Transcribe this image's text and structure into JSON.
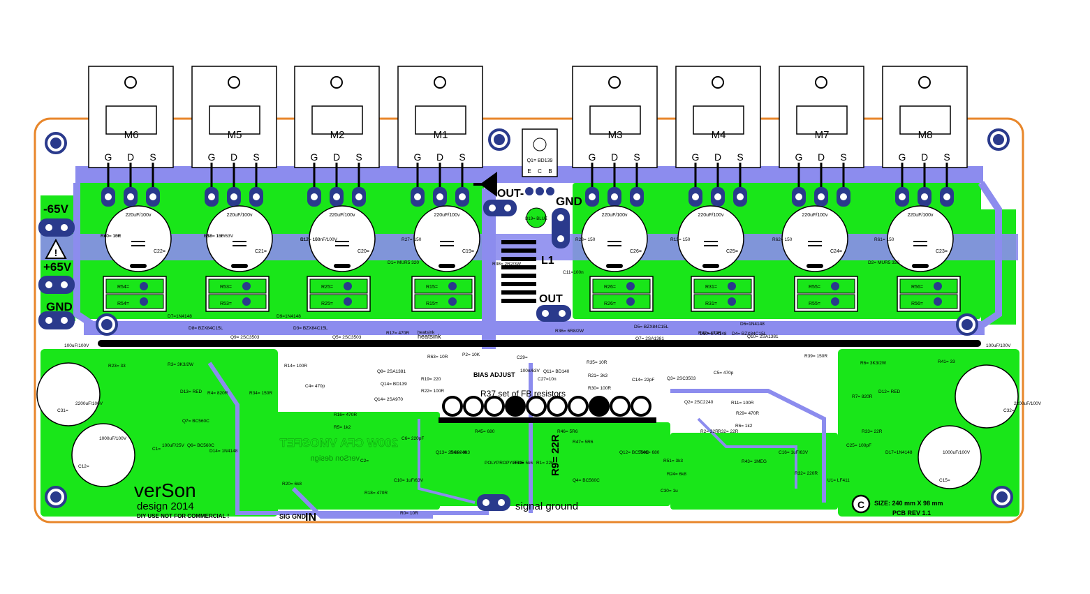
{
  "colors": {
    "board_outline": "#e8862a",
    "copper_top": "#19e619",
    "copper_bottom": "#8c8cee",
    "silkscreen": "#000000",
    "pad": "#2a3a8c",
    "hole": "#ffffff"
  },
  "mosfets": [
    {
      "ref": "M6",
      "pins": [
        "G",
        "D",
        "S"
      ]
    },
    {
      "ref": "M5",
      "pins": [
        "G",
        "D",
        "S"
      ]
    },
    {
      "ref": "M2",
      "pins": [
        "G",
        "D",
        "S"
      ]
    },
    {
      "ref": "M1",
      "pins": [
        "G",
        "D",
        "S"
      ]
    },
    {
      "ref": "M3",
      "pins": [
        "G",
        "D",
        "S"
      ]
    },
    {
      "ref": "M4",
      "pins": [
        "G",
        "D",
        "S"
      ]
    },
    {
      "ref": "M7",
      "pins": [
        "G",
        "D",
        "S"
      ]
    },
    {
      "ref": "M8",
      "pins": [
        "G",
        "D",
        "S"
      ]
    }
  ],
  "bias_transistor": {
    "ref": "Q1= BD139",
    "pins": [
      "E",
      "C",
      "B"
    ]
  },
  "power_labels": {
    "neg": "-65V",
    "pos": "+65V",
    "gnd": "GND"
  },
  "output_labels": {
    "out_top": "OUT-",
    "gnd": "GND",
    "l1": "L1",
    "out": "OUT"
  },
  "main_caps": [
    {
      "ref": "C22=",
      "value": "220uF/100v"
    },
    {
      "ref": "C21=",
      "value": "220uF/100v"
    },
    {
      "ref": "C20=",
      "value": "220uF/100v"
    },
    {
      "ref": "C19=",
      "value": "220uF/100v"
    },
    {
      "ref": "C26=",
      "value": "220uF/100v"
    },
    {
      "ref": "C25=",
      "value": "220uF/100v"
    },
    {
      "ref": "C24=",
      "value": "220uF/100v"
    },
    {
      "ref": "C23=",
      "value": "220uF/100v"
    }
  ],
  "source_resistors": [
    {
      "top": "R54=",
      "bottom": "R54="
    },
    {
      "top": "R53=",
      "bottom": "R53="
    },
    {
      "top": "R25=",
      "bottom": "R25="
    },
    {
      "top": "R15=",
      "bottom": "R15="
    },
    {
      "top": "R26=",
      "bottom": "R26="
    },
    {
      "top": "R31=",
      "bottom": "R31="
    },
    {
      "top": "R55=",
      "bottom": "R55="
    },
    {
      "top": "R56=",
      "bottom": "R56="
    }
  ],
  "small_labels": [
    "R60= 150",
    "R58= 150",
    "R12= 150",
    "R27= 150",
    "R28= 150",
    "R13= 150",
    "R62= 150",
    "R61= 150",
    "D1= MUR5 320",
    "D2= MUR5 320",
    "R38= 2R2/3W",
    "C11=100n",
    "D7=1N4148",
    "D8= BZX84C15L",
    "D9=1N4148",
    "D3= BZX84C15L",
    "D5= BZX84C15L",
    "D6=1N4148",
    "D4= BZX84C15L",
    "D10=1N4148",
    "Q9= 2SC3503",
    "Q5= 2SC3503",
    "Q7= 2SA1381",
    "Q10= 2SA1381",
    "R17= 470R",
    "R42= 470R",
    "R36= 6R8/2W",
    "heatsink",
    "100uF/100V",
    "100uF/100V",
    "R23= 33",
    "R3= 3K3/2W",
    "R14= 100R",
    "R63= 10R",
    "P2= 10K",
    "C29=",
    "100n/63V",
    "Q11= BD140",
    "Q14= BD139",
    "R35= 10R",
    "R39= 150R",
    "R6= 3K3/2W",
    "R41= 33",
    "C31=",
    "2200uF/100V",
    "C32=",
    "2200uF/100V",
    "D13= RED",
    "D12= RED",
    "R4= 820R",
    "R7= 820R",
    "R34= 150R",
    "C4= 470p",
    "C5= 470p",
    "Q8= 2SA1381",
    "C27=10n",
    "R19= 220",
    "R22= 100R",
    "R21= 3k3",
    "R30= 100R",
    "C14= 22pF",
    "Q3= 2SC3503",
    "Q2= 2SC2240",
    "R11= 100R",
    "R29= 470R",
    "R6= 1k2",
    "R16= 470R",
    "R5= 1k2",
    "Q14= 2SA970",
    "C12=",
    "1000uF/100V",
    "C15=",
    "1000uF/100V",
    "C1=",
    "100uF/25V",
    "Q7= BC560C",
    "Q6= BC560C",
    "D14= 1N4148",
    "C6= 220pF",
    "Q13= 2SC2240",
    "R44= 3k3",
    "R45= 680",
    "R46= 5R6",
    "R47= 5R6",
    "Q4= BC560C",
    "Q12= BC550C",
    "R48= 680",
    "R51= 3k3",
    "R24= 6k8",
    "R43= 1MEG",
    "U1= LF411",
    "C16= 1uF/63V",
    "C2=",
    "C10= 1uF/63V",
    "R20= 6k8",
    "R18= 470R",
    "R0= 10R",
    "C30= 1u",
    "POLYPROPYLENE",
    "R50= 5k6",
    "R1= 22k",
    "R2= 22R",
    "R32= 22R",
    "R33= 22R",
    "D17=1N4148",
    "R32= 220R",
    "C25= 100pF",
    "R40= 10R",
    "C18= 1uF/63V",
    "C17= 100nF/100V"
  ],
  "bias_adjust": "BIAS ADJUST",
  "fb_resistors": "R37 set of FB resistors",
  "r9": "R9= 22R",
  "mirror_title": "200W CFA VMOSFET",
  "mirror_subtitle": "verSon design",
  "brand": {
    "name": "verSon",
    "year": "design 2014",
    "note": "DIY USE NOT FOR COMMERCIAL !"
  },
  "sig_gnd": "SIG GND",
  "in": "IN",
  "signal_ground": "signal ground",
  "size_info": {
    "copyright": "C",
    "size": "SIZE: 240 mm X 98 mm",
    "rev": "PCB REV 1.1"
  }
}
